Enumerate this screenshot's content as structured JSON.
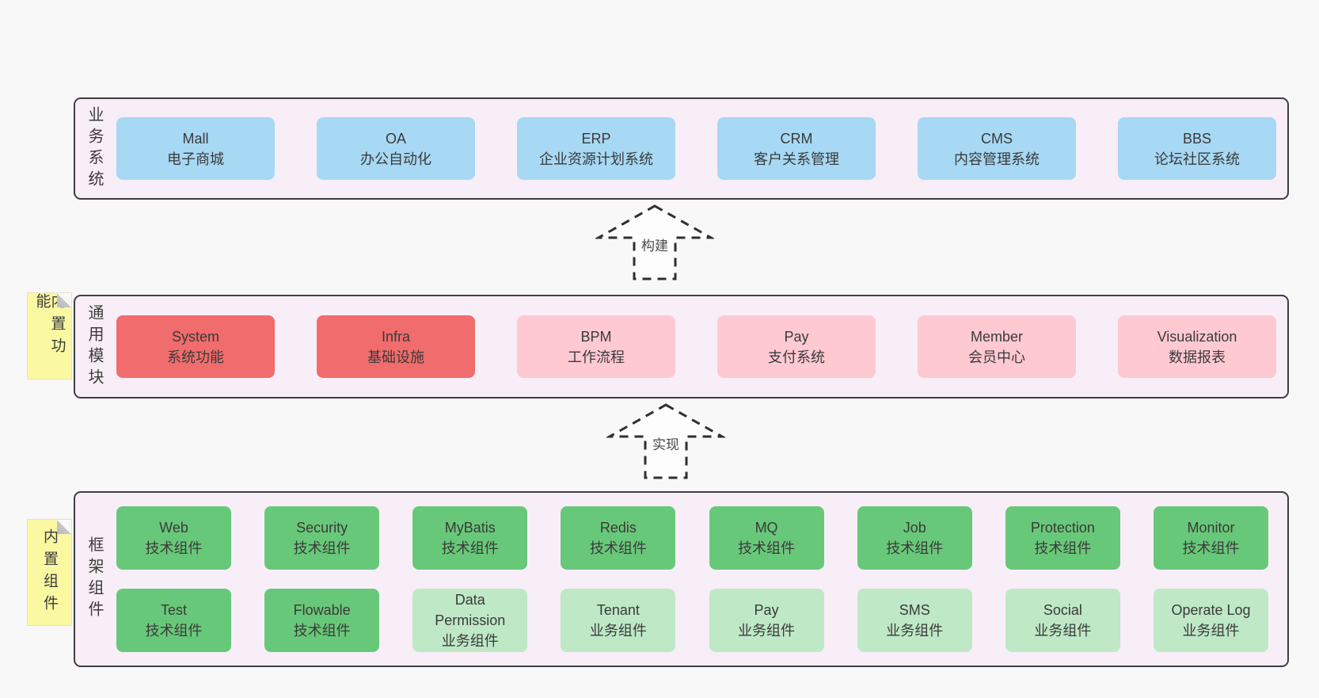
{
  "colors": {
    "page_bg": "#f8f8f8",
    "panel_bg": "#f8eef7",
    "panel_border": "#3f3f3f",
    "business_box": "#a7d8f4",
    "core_module_box": "#f16c6c",
    "optional_module_box": "#ffc9d2",
    "tech_component_box": "#68c879",
    "biz_component_box": "#bee8c6",
    "sticky_note_bg": "#fbf8a2",
    "text": "#3a3a3a"
  },
  "arrows": {
    "build": "构建",
    "implement": "实现"
  },
  "sections": {
    "business": {
      "label": "业务系统",
      "boxes": [
        {
          "en": "Mall",
          "zh": "电子商城"
        },
        {
          "en": "OA",
          "zh": "办公自动化"
        },
        {
          "en": "ERP",
          "zh": "企业资源计划系统"
        },
        {
          "en": "CRM",
          "zh": "客户关系管理"
        },
        {
          "en": "CMS",
          "zh": "内容管理系统"
        },
        {
          "en": "BBS",
          "zh": "论坛社区系统"
        }
      ]
    },
    "modules": {
      "label": "通用模块",
      "note": "内置功能",
      "boxes": [
        {
          "en": "System",
          "zh": "系统功能"
        },
        {
          "en": "Infra",
          "zh": "基础设施"
        },
        {
          "en": "BPM",
          "zh": "工作流程"
        },
        {
          "en": "Pay",
          "zh": "支付系统"
        },
        {
          "en": "Member",
          "zh": "会员中心"
        },
        {
          "en": "Visualization",
          "zh": "数据报表"
        }
      ]
    },
    "components": {
      "label": "框架组件",
      "note": "内置组件",
      "row1": [
        {
          "en": "Web",
          "zh": "技术组件"
        },
        {
          "en": "Security",
          "zh": "技术组件"
        },
        {
          "en": "MyBatis",
          "zh": "技术组件"
        },
        {
          "en": "Redis",
          "zh": "技术组件"
        },
        {
          "en": "MQ",
          "zh": "技术组件"
        },
        {
          "en": "Job",
          "zh": "技术组件"
        },
        {
          "en": "Protection",
          "zh": "技术组件"
        },
        {
          "en": "Monitor",
          "zh": "技术组件"
        }
      ],
      "row2": [
        {
          "en": "Test",
          "zh": "技术组件"
        },
        {
          "en": "Flowable",
          "zh": "技术组件"
        },
        {
          "en": "Data Permission",
          "zh": "业务组件"
        },
        {
          "en": "Tenant",
          "zh": "业务组件"
        },
        {
          "en": "Pay",
          "zh": "业务组件"
        },
        {
          "en": "SMS",
          "zh": "业务组件"
        },
        {
          "en": "Social",
          "zh": "业务组件"
        },
        {
          "en": "Operate Log",
          "zh": "业务组件"
        }
      ]
    }
  }
}
